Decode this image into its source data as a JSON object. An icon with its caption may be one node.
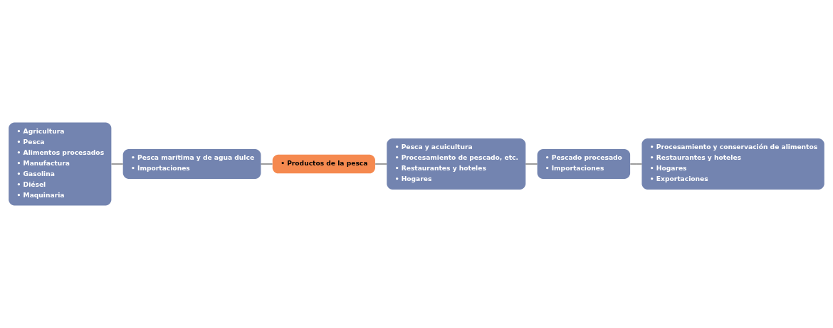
{
  "diagram": {
    "nodes": [
      {
        "text": [
          "• Agricultura",
          "• Pesca",
          "• Alimentos procesados",
          "• Manufactura",
          "• Gasolina",
          "• Diésel",
          "• Maquinaria"
        ]
      },
      {
        "text": [
          "• Pesca marítima y de agua dulce",
          "• Importaciones"
        ]
      },
      {
        "text": [
          "• Productos de la pesca"
        ]
      },
      {
        "text": [
          "• Pesca y acuicultura",
          "• Procesamiento de pescado, etc.",
          "• Restaurantes y hoteles",
          "• Hogares"
        ]
      },
      {
        "text": [
          "• Pescado procesado",
          "• Importaciones"
        ]
      },
      {
        "text": [
          "• Procesamiento y conservación de alimentos",
          "• Restaurantes y hoteles",
          "• Hogares",
          "• Exportaciones"
        ]
      }
    ],
    "edges": [
      {
        "from": 0,
        "to": 1,
        "arrow": "none"
      },
      {
        "from": 1,
        "to": 2,
        "arrow": "none"
      },
      {
        "from": 2,
        "to": 3,
        "arrow": "none"
      },
      {
        "from": 3,
        "to": 4,
        "arrow": "none"
      },
      {
        "from": 4,
        "to": 5,
        "arrow": "none"
      }
    ]
  }
}
